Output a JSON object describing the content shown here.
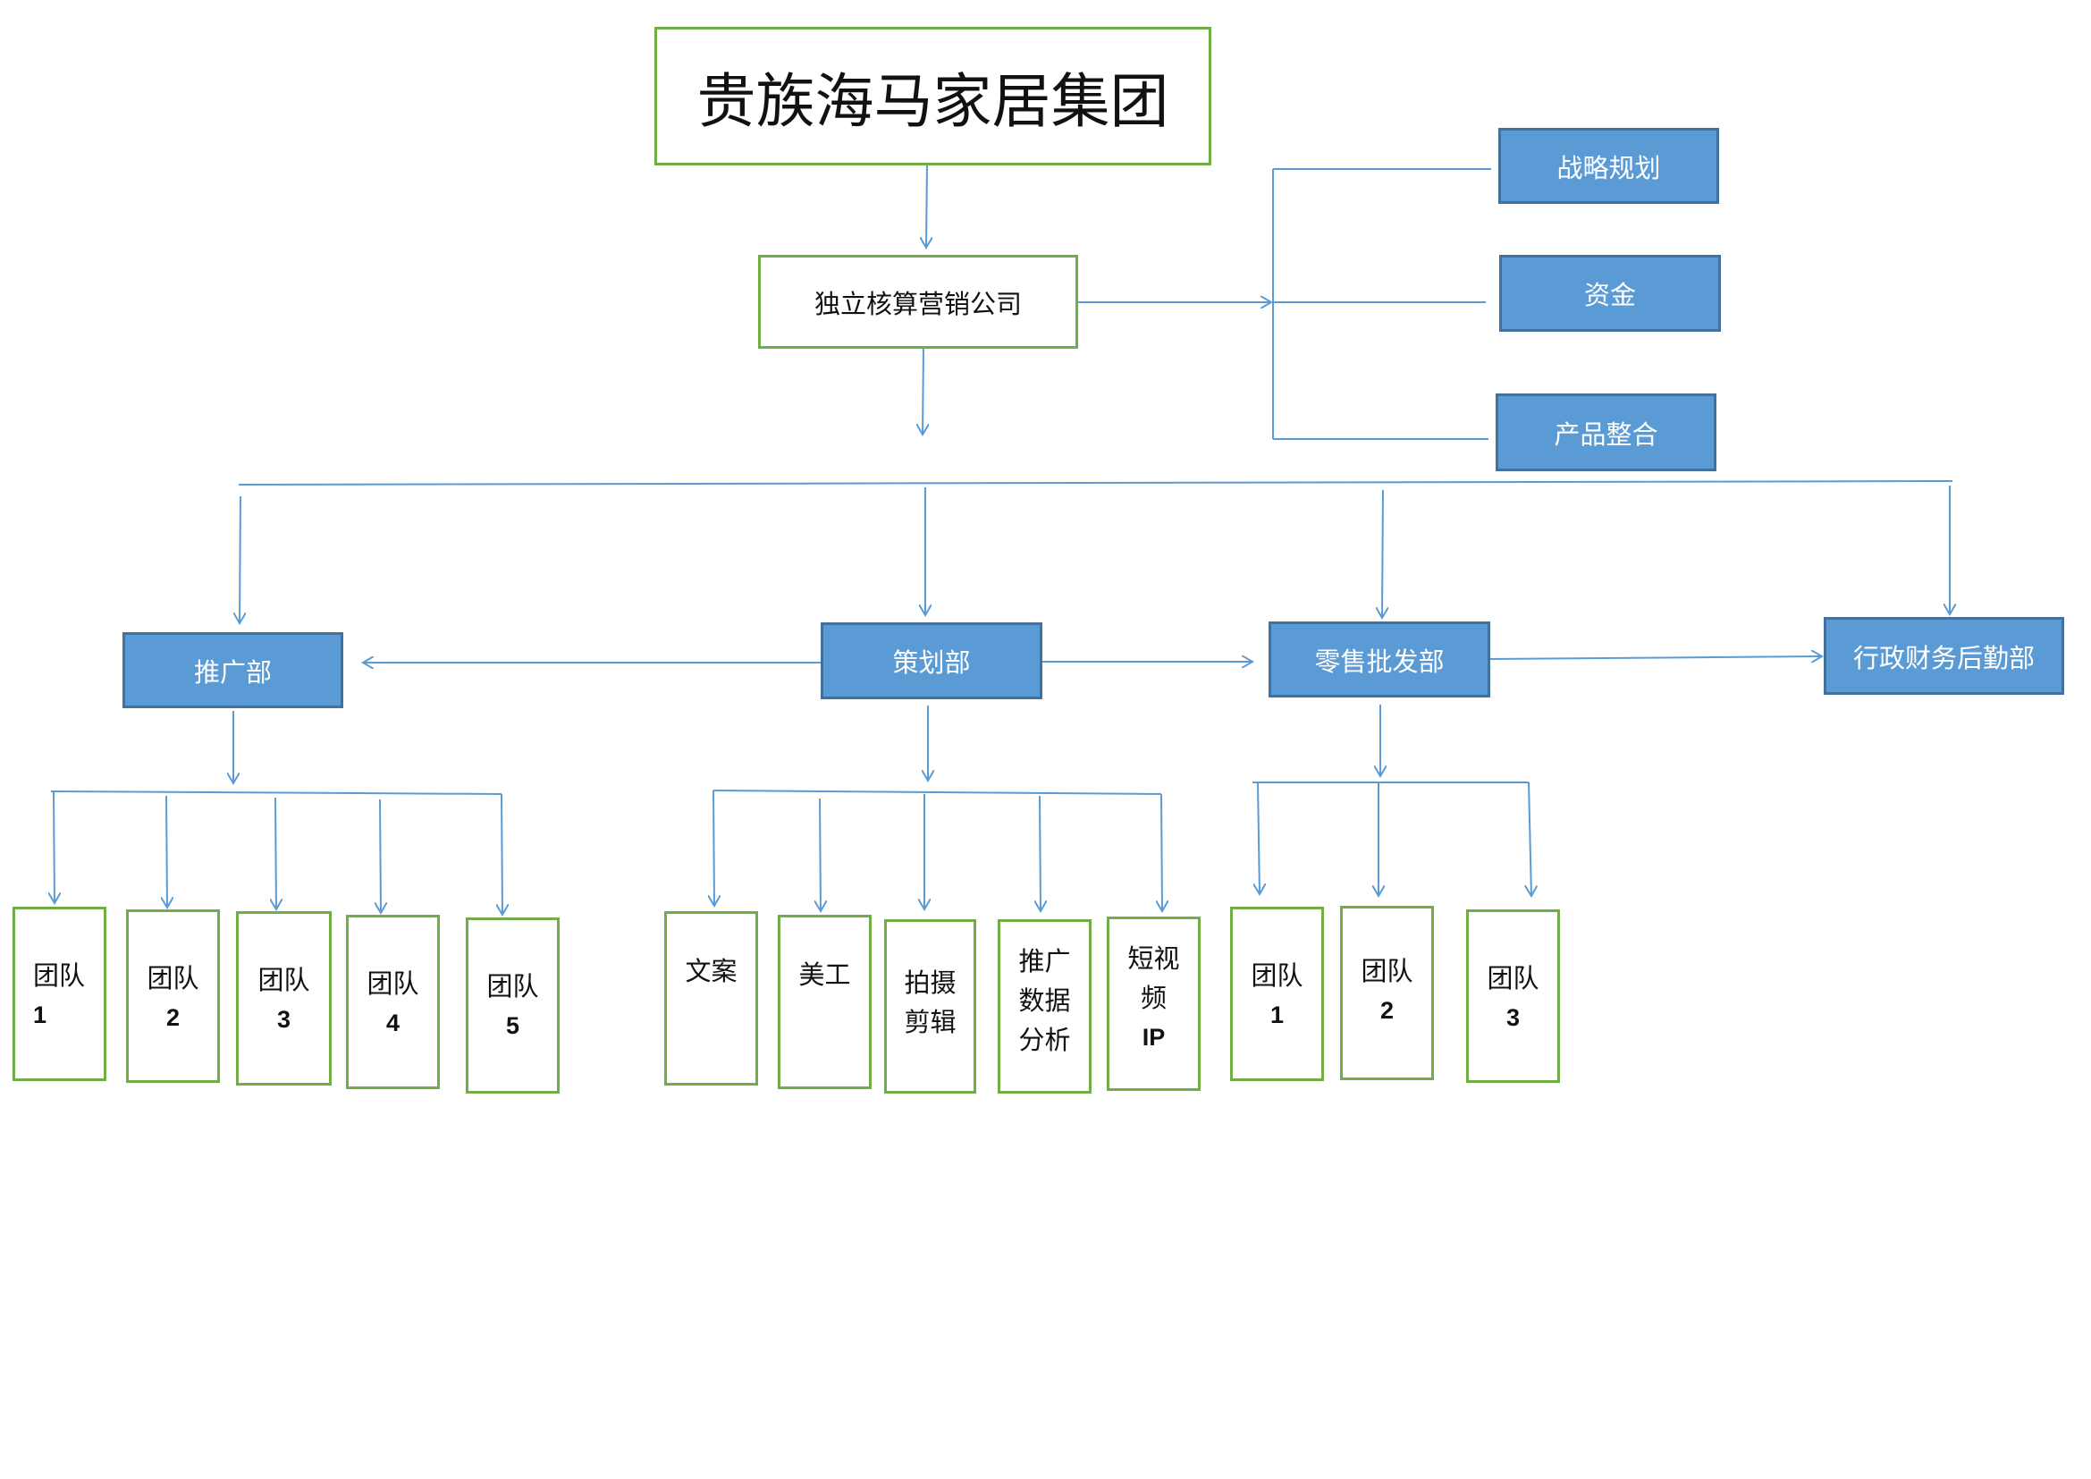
{
  "title": "贵族海马家居集团",
  "company": "独立核算营销公司",
  "side_units": [
    {
      "label": "战略规划"
    },
    {
      "label": "资金"
    },
    {
      "label": "产品整合"
    }
  ],
  "departments": [
    {
      "label": "推广部",
      "children": [
        {
          "line1": "团队",
          "line2": "1"
        },
        {
          "line1": "团队",
          "line2": "2"
        },
        {
          "line1": "团队",
          "line2": "3"
        },
        {
          "line1": "团队",
          "line2": "4"
        },
        {
          "line1": "团队",
          "line2": "5"
        }
      ]
    },
    {
      "label": "策划部",
      "children": [
        {
          "line1": "文案"
        },
        {
          "line1": "美工"
        },
        {
          "line1": "拍摄",
          "line2": "剪辑"
        },
        {
          "line1": "推广",
          "line2": "数据",
          "line3": "分析"
        },
        {
          "line1": "短视",
          "line2": "频",
          "line3": "IP"
        }
      ]
    },
    {
      "label": "零售批发部",
      "children": [
        {
          "line1": "团队",
          "line2": "1"
        },
        {
          "line1": "团队",
          "line2": "2"
        },
        {
          "line1": "团队",
          "line2": "3"
        }
      ]
    },
    {
      "label": "行政财务后勤部",
      "children": []
    }
  ],
  "colors": {
    "node_fill": "#5B9BD5",
    "node_border": "#41719C",
    "outline_green": "#70AD47",
    "connector": "#5B9BD5"
  }
}
